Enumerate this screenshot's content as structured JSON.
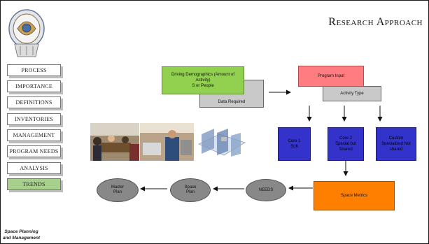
{
  "title": "Research Approach",
  "nav": [
    {
      "label": "PROCESS",
      "active": false
    },
    {
      "label": "IMPORTANCE",
      "active": false
    },
    {
      "label": "DEFINITIONS",
      "active": false
    },
    {
      "label": "INVENTORIES",
      "active": false
    },
    {
      "label": "MANAGEMENT",
      "active": false
    },
    {
      "label": "PROGRAM NEEDS",
      "active": false
    },
    {
      "label": "ANALYSIS",
      "active": false
    },
    {
      "label": "TRENDS",
      "active": true
    }
  ],
  "footer": {
    "line1": "Space Planning",
    "line2": "and Management"
  },
  "diagram": {
    "driving_demographics": {
      "line1": "Driving Demographics (Amount of Activity)",
      "line2": "S or People"
    },
    "data_required": "Data Required",
    "program_input": "Program Input",
    "activity_type": "Activity Type",
    "core1": {
      "line1": "Core 1",
      "line2": "Soft"
    },
    "core2": {
      "line1": "Core 2",
      "line2": "Special but Shared"
    },
    "custom": {
      "line1": "Custom",
      "line2": "Specialized Not shared"
    },
    "space_metrics": "Space Metrics",
    "needs": "NEEDS",
    "space_plan": {
      "line1": "Space",
      "line2": "Plan"
    },
    "master_plan": {
      "line1": "Master",
      "line2": "Plan"
    }
  },
  "colors": {
    "green": "#92d050",
    "pink": "#ff7c80",
    "blue": "#3333cc",
    "orange": "#ff8000",
    "gray": "#c9c9c9",
    "oval": "#888888",
    "active_nav": "#a8d08d"
  }
}
